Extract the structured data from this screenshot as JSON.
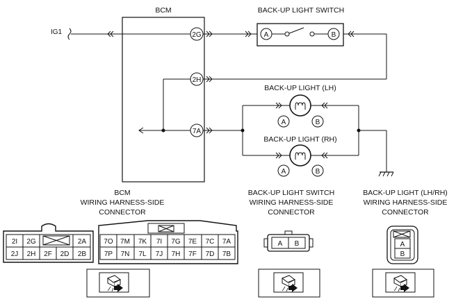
{
  "bcm": {
    "title": "BCM"
  },
  "ig1": {
    "label": "IG1"
  },
  "bcm_pins": {
    "p2g": "2G",
    "p2h": "2H",
    "p7a": "7A"
  },
  "switch": {
    "title": "BACK-UP LIGHT SWITCH",
    "pin_a": "A",
    "pin_b": "B"
  },
  "lamp_lh": {
    "title": "BACK-UP LIGHT (LH)",
    "pin_a": "A",
    "pin_b": "B"
  },
  "lamp_rh": {
    "title": "BACK-UP LIGHT (RH)",
    "pin_a": "A",
    "pin_b": "B"
  },
  "captions": {
    "bcm": [
      "BCM",
      "WIRING HARNESS-SIDE",
      "CONNECTOR"
    ],
    "switch": [
      "BACK-UP LIGHT SWITCH",
      "WIRING HARNESS-SIDE",
      "CONNECTOR"
    ],
    "lamps": [
      "BACK-UP LIGHT (LH/RH)",
      "WIRING HARNESS-SIDE",
      "CONNECTOR"
    ]
  },
  "connectors": {
    "bcm_left": {
      "top": [
        "2I",
        "2G",
        "",
        "2A"
      ],
      "bottom": [
        "2J",
        "2H",
        "2F",
        "2D",
        "2B"
      ]
    },
    "bcm_right": {
      "top": [
        "7O",
        "7M",
        "7K",
        "7I",
        "7G",
        "7E",
        "7C",
        "7A"
      ],
      "bottom": [
        "7P",
        "7N",
        "7L",
        "7J",
        "7H",
        "7F",
        "7D",
        "7B"
      ]
    },
    "switch": [
      "A",
      "B"
    ],
    "lamp": [
      "A",
      "B"
    ]
  },
  "icons": [
    "ground-symbol",
    "lamp-filament-icon",
    "connector-view-icon"
  ]
}
